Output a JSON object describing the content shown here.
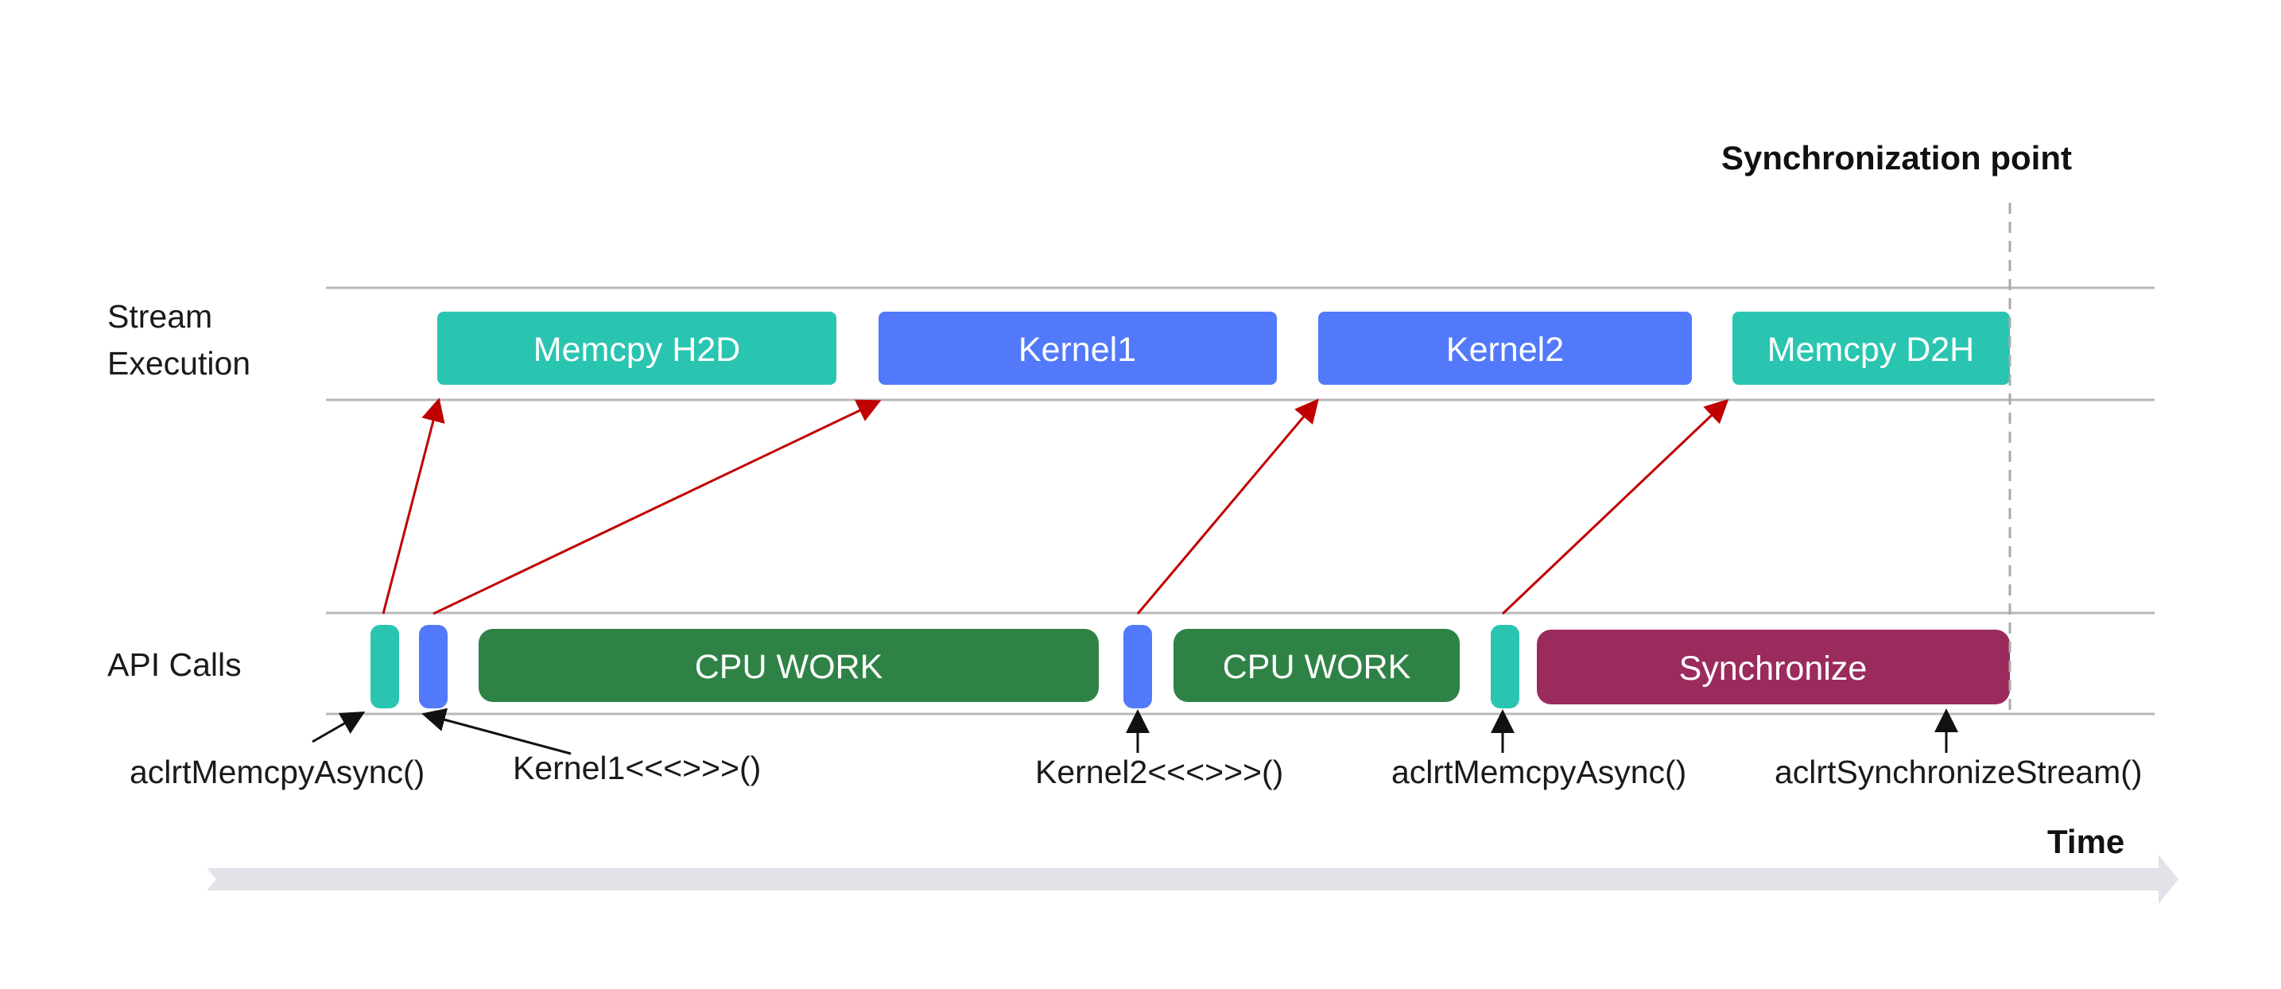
{
  "sync_point_label": "Synchronization point",
  "time_label": "Time",
  "lanes": {
    "stream": [
      "Stream",
      "Execution"
    ],
    "api": "API Calls"
  },
  "stream_blocks": [
    {
      "label": "Memcpy H2D",
      "kind": "memcpy"
    },
    {
      "label": "Kernel1",
      "kind": "kernel"
    },
    {
      "label": "Kernel2",
      "kind": "kernel"
    },
    {
      "label": "Memcpy D2H",
      "kind": "memcpy"
    }
  ],
  "api_blocks": [
    {
      "label": "",
      "kind": "memcpy"
    },
    {
      "label": "",
      "kind": "kernel"
    },
    {
      "label": "CPU WORK",
      "kind": "cpu"
    },
    {
      "label": "",
      "kind": "kernel"
    },
    {
      "label": "CPU WORK",
      "kind": "cpu"
    },
    {
      "label": "",
      "kind": "memcpy"
    },
    {
      "label": "Synchronize",
      "kind": "sync"
    }
  ],
  "api_labels": [
    "aclrtMemcpyAsync()",
    "Kernel1<<<>>>()",
    "Kernel2<<<>>>()",
    "aclrtMemcpyAsync()",
    "aclrtSynchronizeStream()"
  ],
  "colors": {
    "memcpy": "#2ac5b1",
    "kernel": "#5279fa",
    "cpu": "#2f8246",
    "sync": "#9b2b5c",
    "arrow_red": "#c00000",
    "lane_line": "#b8b8b8",
    "time_axis": "#e1e3e8",
    "sync_dash": "#aaaaaa"
  }
}
